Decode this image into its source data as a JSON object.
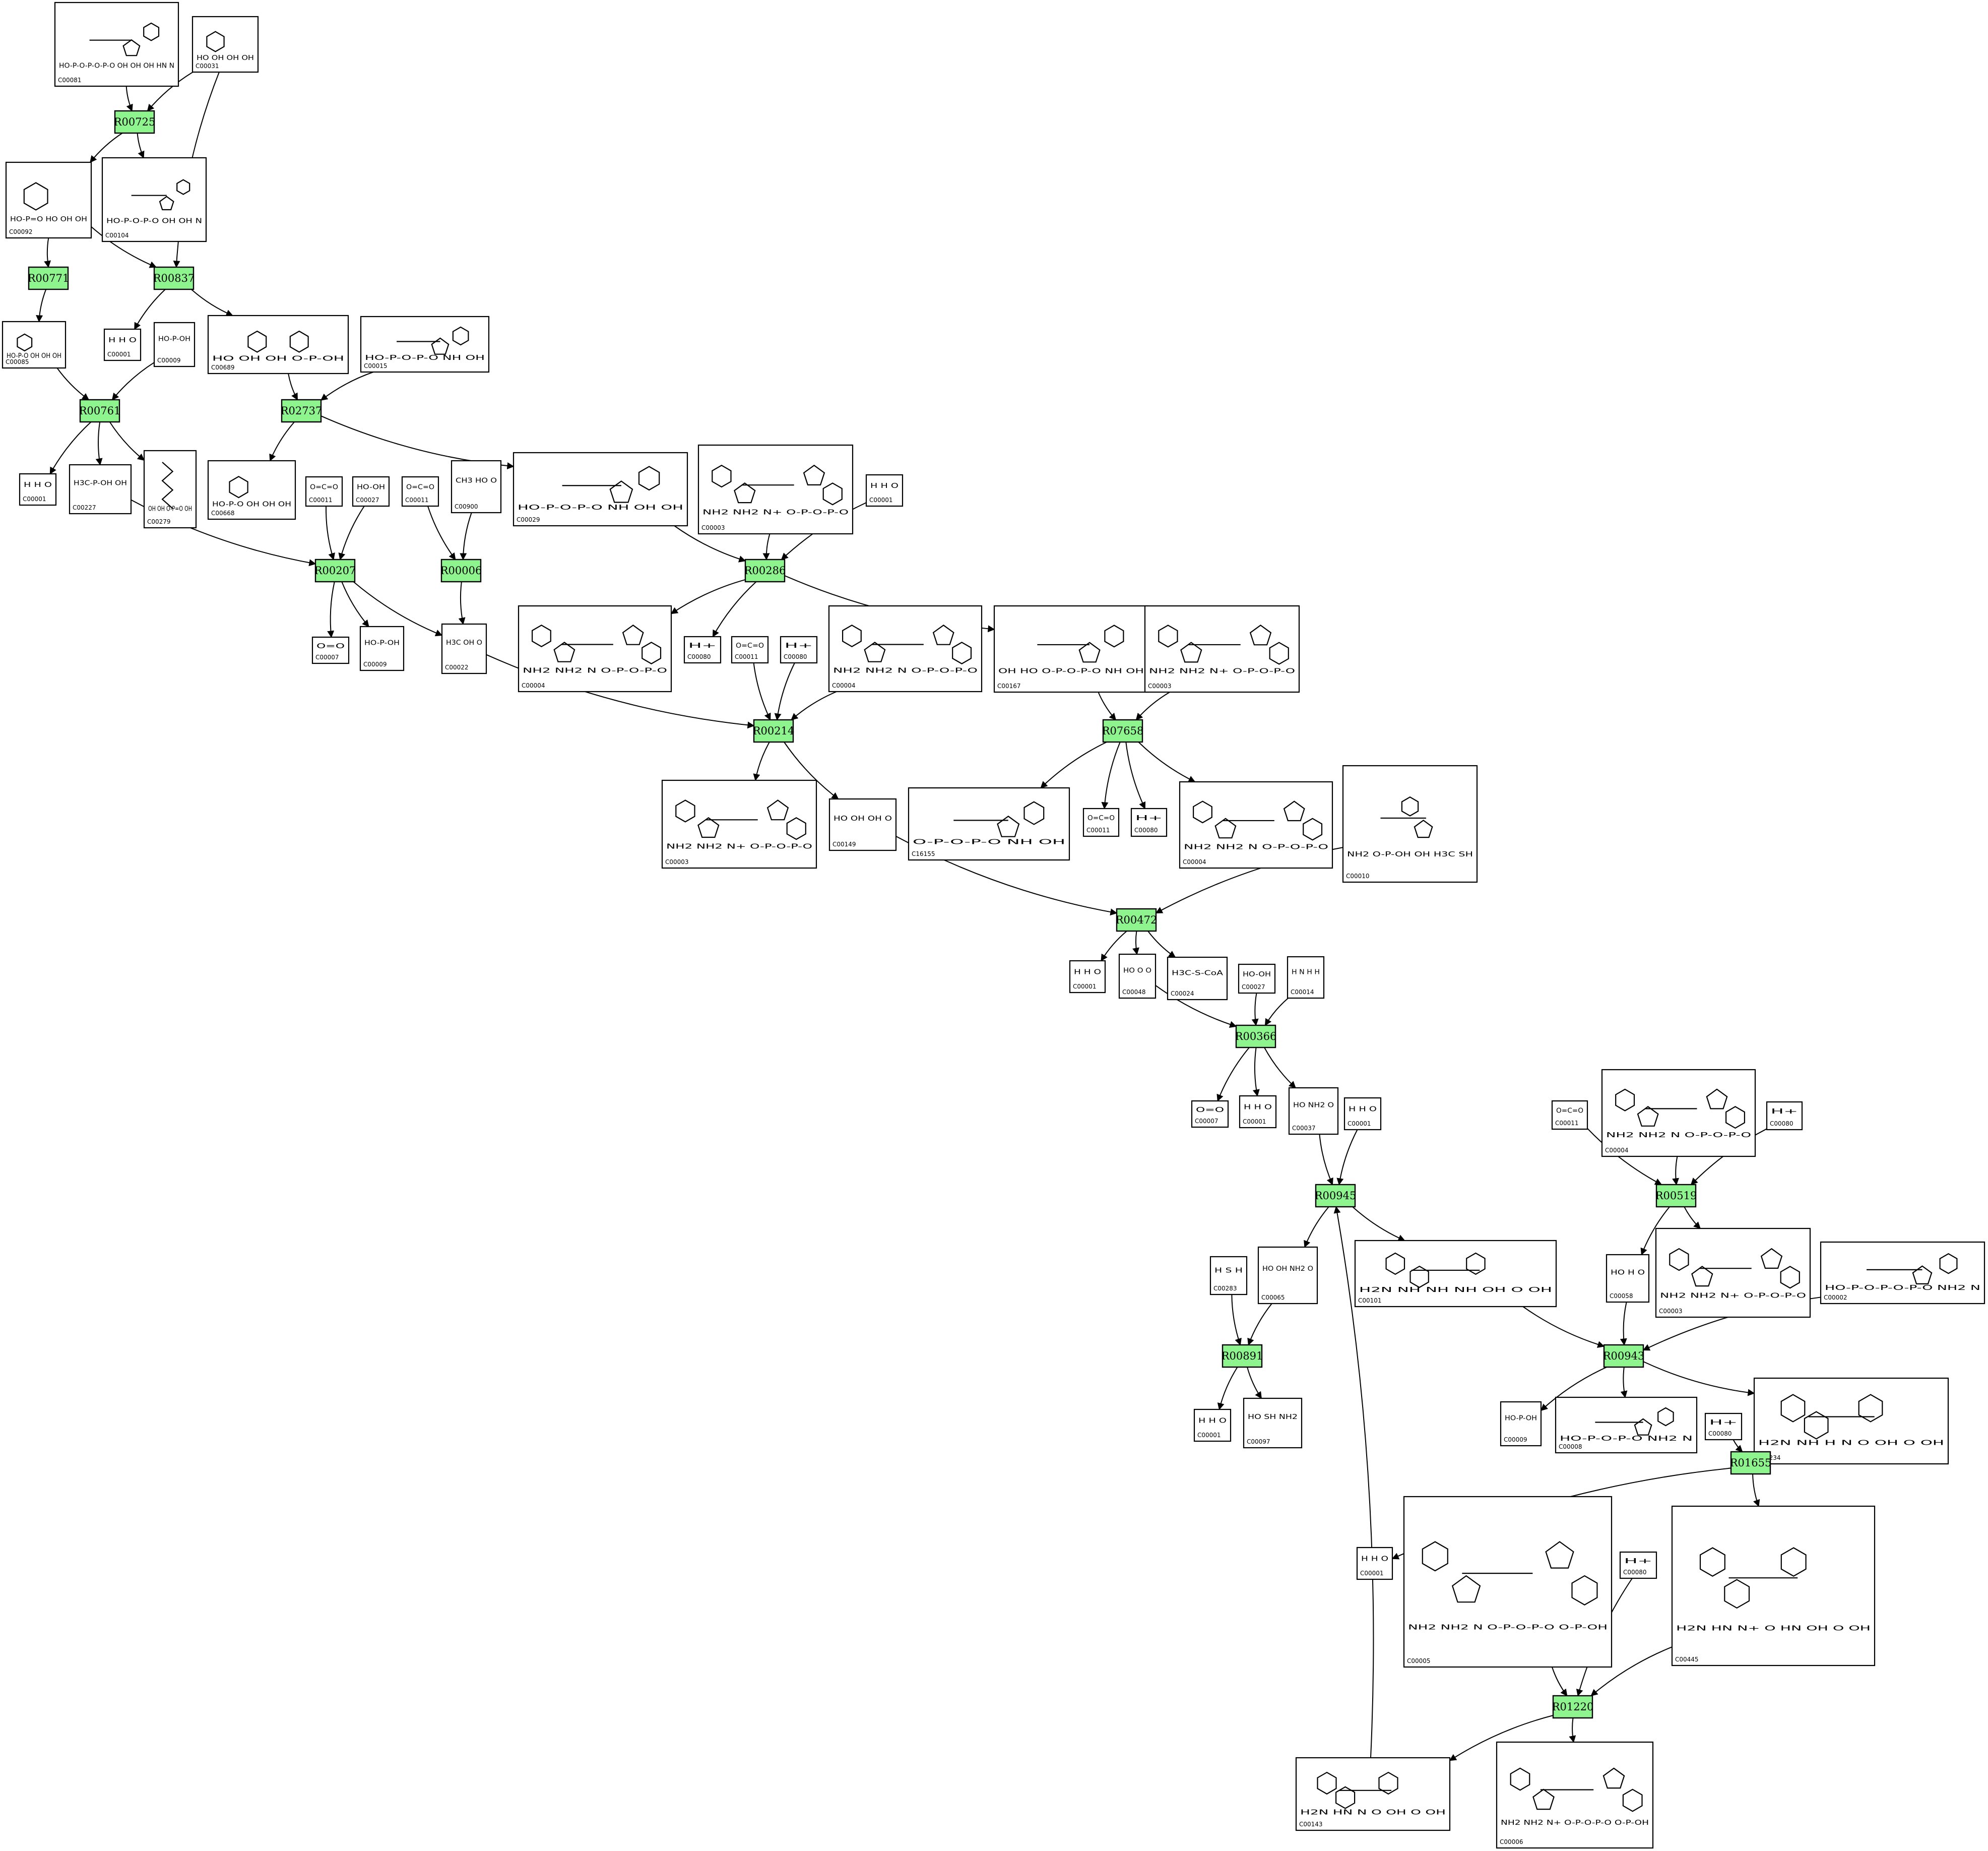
{
  "colors": {
    "reaction_fill": "#8ef58e",
    "stroke": "#000000",
    "background": "#ffffff"
  },
  "reactions": [
    "R00725",
    "R00837",
    "R00771",
    "R00761",
    "R02737",
    "R00207",
    "R00006",
    "R00286",
    "R00214",
    "R07658",
    "R00472",
    "R00366",
    "R00945",
    "R00519",
    "R00891",
    "R00943",
    "R01655",
    "R01220"
  ],
  "compounds": [
    {
      "id": "C00081",
      "label": "C00081",
      "mol": "HO-P-O-P-O-P-O  OH OH OH  HN  N",
      "kind": "nucleotide"
    },
    {
      "id": "C00031",
      "label": "C00031",
      "mol": "HO OH OH OH",
      "kind": "sugar"
    },
    {
      "id": "C00092",
      "label": "C00092",
      "mol": "HO-P=O HO OH OH",
      "kind": "sugar"
    },
    {
      "id": "C00104",
      "label": "C00104",
      "mol": "HO-P-O-P-O OH OH N",
      "kind": "nucleotide"
    },
    {
      "id": "C00085",
      "label": "C00085",
      "mol": "HO-P-O OH OH OH",
      "kind": "sugar"
    },
    {
      "id": "C00001_a",
      "label": "C00001",
      "mol": "H  H  O",
      "kind": "small"
    },
    {
      "id": "C00009_a",
      "label": "C00009",
      "mol": "HO-P-OH",
      "kind": "small"
    },
    {
      "id": "C00689",
      "label": "C00689",
      "mol": "HO  OH  OH  O-P-OH",
      "kind": "disaccharide"
    },
    {
      "id": "C00015",
      "label": "C00015",
      "mol": "HO-P-O-P-O  NH  OH",
      "kind": "nucleotide"
    },
    {
      "id": "C00001_b",
      "label": "C00001",
      "mol": "H  H  O",
      "kind": "small"
    },
    {
      "id": "C00227",
      "label": "C00227",
      "mol": "H3C-P-OH OH",
      "kind": "small"
    },
    {
      "id": "C00279",
      "label": "C00279",
      "mol": "OH OH O-P=O OH",
      "kind": "chain"
    },
    {
      "id": "C00668",
      "label": "C00668",
      "mol": "HO-P-O OH OH OH",
      "kind": "sugar"
    },
    {
      "id": "C00011_a",
      "label": "C00011",
      "mol": "O=C=O",
      "kind": "small"
    },
    {
      "id": "C00027_a",
      "label": "C00027",
      "mol": "HO-OH",
      "kind": "small"
    },
    {
      "id": "C00011_b",
      "label": "C00011",
      "mol": "O=C=O",
      "kind": "small"
    },
    {
      "id": "C00900",
      "label": "C00900",
      "mol": "CH3 HO O",
      "kind": "small"
    },
    {
      "id": "C00029",
      "label": "C00029",
      "mol": "HO-P-O-P-O  NH  OH OH",
      "kind": "nucleotide"
    },
    {
      "id": "C00003_a",
      "label": "C00003",
      "mol": "NH2  NH2  N+  O-P-O-P-O",
      "kind": "nad"
    },
    {
      "id": "C00001_c",
      "label": "C00001",
      "mol": "H  H  O",
      "kind": "small"
    },
    {
      "id": "C00007_a",
      "label": "C00007",
      "mol": "O=O",
      "kind": "small"
    },
    {
      "id": "C00009_b",
      "label": "C00009",
      "mol": "HO-P-OH",
      "kind": "small"
    },
    {
      "id": "C00022",
      "label": "C00022",
      "mol": "H3C OH O",
      "kind": "small"
    },
    {
      "id": "C00004_a",
      "label": "C00004",
      "mol": "NH2  NH2  N  O-P-O-P-O",
      "kind": "nad"
    },
    {
      "id": "C00080_a",
      "label": "C00080",
      "mol": "H+",
      "kind": "small"
    },
    {
      "id": "C00011_c",
      "label": "C00011",
      "mol": "O=C=O",
      "kind": "small"
    },
    {
      "id": "C00080_b",
      "label": "C00080",
      "mol": "H+",
      "kind": "small"
    },
    {
      "id": "C00004_b",
      "label": "C00004",
      "mol": "NH2  NH2  N  O-P-O-P-O",
      "kind": "nad"
    },
    {
      "id": "C00167",
      "label": "C00167",
      "mol": "OH HO O-P-O-P-O NH OH",
      "kind": "nucleotide"
    },
    {
      "id": "C00003_b",
      "label": "C00003",
      "mol": "NH2  NH2  N+  O-P-O-P-O",
      "kind": "nad"
    },
    {
      "id": "C00003_c",
      "label": "C00003",
      "mol": "NH2  NH2  N+  O-P-O-P-O",
      "kind": "nad"
    },
    {
      "id": "C00149",
      "label": "C00149",
      "mol": "HO OH OH O",
      "kind": "small"
    },
    {
      "id": "C16155",
      "label": "C16155",
      "mol": "O-P-O-P-O NH OH",
      "kind": "nucleotide"
    },
    {
      "id": "C00011_d",
      "label": "C00011",
      "mol": "O=C=O",
      "kind": "small"
    },
    {
      "id": "C00080_c",
      "label": "C00080",
      "mol": "H+",
      "kind": "small"
    },
    {
      "id": "C00004_c",
      "label": "C00004",
      "mol": "NH2  NH2  N  O-P-O-P-O",
      "kind": "nad"
    },
    {
      "id": "C00010",
      "label": "C00010",
      "mol": "NH2 O-P-OH OH H3C SH",
      "kind": "coa"
    },
    {
      "id": "C00001_d",
      "label": "C00001",
      "mol": "H  H  O",
      "kind": "small"
    },
    {
      "id": "C00048",
      "label": "C00048",
      "mol": "HO O O",
      "kind": "small"
    },
    {
      "id": "C00024",
      "label": "C00024",
      "mol": "H3C-S-CoA",
      "kind": "small"
    },
    {
      "id": "C00027_b",
      "label": "C00027",
      "mol": "HO-OH",
      "kind": "small"
    },
    {
      "id": "C00014",
      "label": "C00014",
      "mol": "H N H H",
      "kind": "small"
    },
    {
      "id": "C00007_b",
      "label": "C00007",
      "mol": "O=O",
      "kind": "small"
    },
    {
      "id": "C00001_e",
      "label": "C00001",
      "mol": "H  H  O",
      "kind": "small"
    },
    {
      "id": "C00037",
      "label": "C00037",
      "mol": "HO NH2 O",
      "kind": "small"
    },
    {
      "id": "C00001_f",
      "label": "C00001",
      "mol": "H  H  O",
      "kind": "small"
    },
    {
      "id": "C00011_e",
      "label": "C00011",
      "mol": "O=C=O",
      "kind": "small"
    },
    {
      "id": "C00004_d",
      "label": "C00004",
      "mol": "NH2  NH2  N  O-P-O-P-O",
      "kind": "nad"
    },
    {
      "id": "C00080_d",
      "label": "C00080",
      "mol": "H+",
      "kind": "small"
    },
    {
      "id": "C00283",
      "label": "C00283",
      "mol": "H S H",
      "kind": "small"
    },
    {
      "id": "C00065",
      "label": "C00065",
      "mol": "HO OH NH2 O",
      "kind": "small"
    },
    {
      "id": "C00101",
      "label": "C00101",
      "mol": "H2N NH NH NH OH O OH",
      "kind": "folate"
    },
    {
      "id": "C00058",
      "label": "C00058",
      "mol": "HO H O",
      "kind": "small"
    },
    {
      "id": "C00003_d",
      "label": "C00003",
      "mol": "NH2  NH2  N+  O-P-O-P-O",
      "kind": "nad"
    },
    {
      "id": "C00002",
      "label": "C00002",
      "mol": "HO-P-O-P-O-P-O NH2 N",
      "kind": "nucleotide"
    },
    {
      "id": "C00001_g",
      "label": "C00001",
      "mol": "H  H  O",
      "kind": "small"
    },
    {
      "id": "C00097",
      "label": "C00097",
      "mol": "HO SH NH2",
      "kind": "small"
    },
    {
      "id": "C00009_c",
      "label": "C00009",
      "mol": "HO-P-OH",
      "kind": "small"
    },
    {
      "id": "C00008",
      "label": "C00008",
      "mol": "HO-P-O-P-O NH2 N",
      "kind": "nucleotide"
    },
    {
      "id": "C00234",
      "label": "C00234",
      "mol": "H2N NH H N O OH O OH",
      "kind": "folate"
    },
    {
      "id": "C00080_e",
      "label": "C00080",
      "mol": "H+",
      "kind": "small"
    },
    {
      "id": "C00001_h",
      "label": "C00001",
      "mol": "H  H  O",
      "kind": "small"
    },
    {
      "id": "C00005_a",
      "label": "C00005",
      "mol": "NH2  NH2  N  O-P-O-P-O  O-P-OH",
      "kind": "nadp"
    },
    {
      "id": "C00080_f",
      "label": "C00080",
      "mol": "H+",
      "kind": "small"
    },
    {
      "id": "C00445",
      "label": "C00445",
      "mol": "H2N HN N+ O HN OH O OH",
      "kind": "folate"
    },
    {
      "id": "C00143",
      "label": "C00143",
      "mol": "H2N HN N O OH O OH",
      "kind": "folate"
    },
    {
      "id": "C00006",
      "label": "C00006",
      "mol": "NH2  NH2  N+  O-P-O-P-O  O-P-OH",
      "kind": "nadp"
    }
  ]
}
